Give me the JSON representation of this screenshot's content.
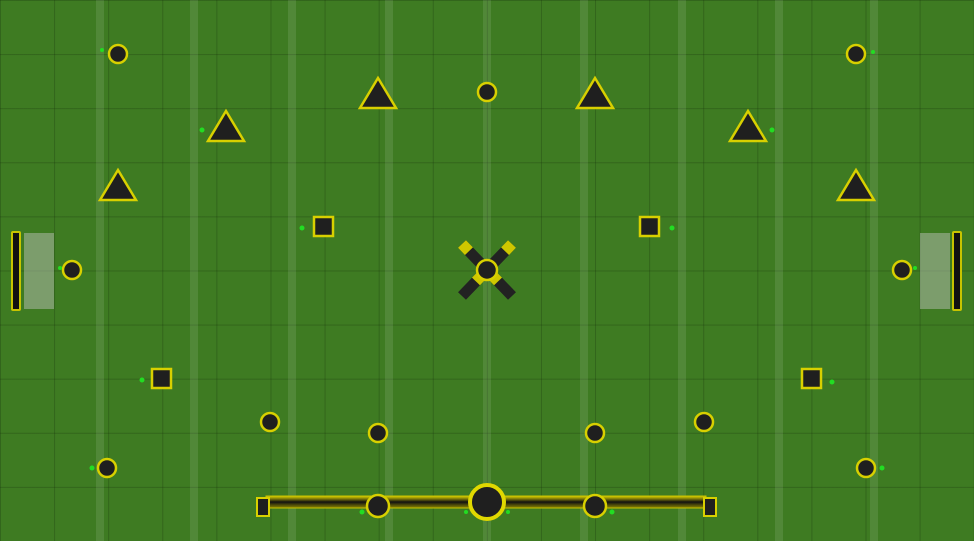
{
  "game": {
    "view": "paintball-field-top-down",
    "colors": {
      "turf": "#3e7b22",
      "bunker_fill": "#1f1f1f",
      "bunker_outline": "#d8d000",
      "spawn_marker": "#22dd22",
      "goal_zone": "#bfbfbf"
    }
  },
  "legend_names": {
    "round": "round-bunker",
    "triangle": "triangle-bunker",
    "square": "square-bunker",
    "cross": "center-x-bunker",
    "wall": "snake-wall",
    "goal": "goal-zone"
  }
}
